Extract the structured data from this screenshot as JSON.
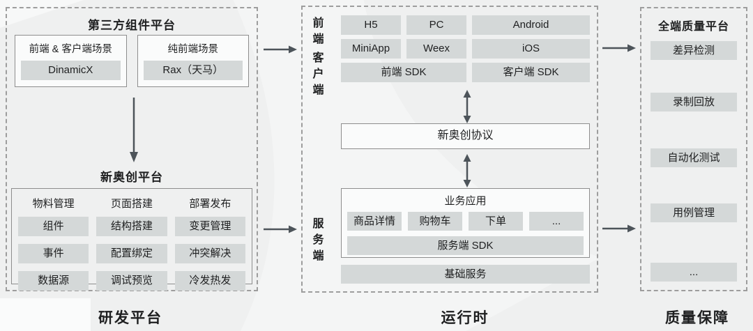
{
  "colors": {
    "background": "#eff0f0",
    "box_fill": "#d4d8d8",
    "light_box_fill": "#fafbfb",
    "dashed_border": "#9d9d9d",
    "solid_border": "#8d8d8d",
    "arrow": "#4d545a",
    "text": "#1e1f20"
  },
  "dev_platform": {
    "footer_label": "研发平台",
    "third_party": {
      "title": "第三方组件平台",
      "groups": [
        {
          "label": "前端 & 客户端场景",
          "item": "DinamicX"
        },
        {
          "label": "纯前端场景",
          "item": "Rax（天马）"
        }
      ]
    },
    "aochuang": {
      "title": "新奥创平台",
      "columns": [
        {
          "header": "物料管理",
          "items": [
            "组件",
            "事件",
            "数据源"
          ]
        },
        {
          "header": "页面搭建",
          "items": [
            "结构搭建",
            "配置绑定",
            "调试预览"
          ]
        },
        {
          "header": "部署发布",
          "items": [
            "变更管理",
            "冲突解决",
            "冷发热发"
          ]
        }
      ]
    }
  },
  "runtime": {
    "footer_label": "运行时",
    "frontend_label": "前端",
    "client_label": "客户端",
    "server_label": "服务端",
    "client_grid": {
      "row1": [
        "H5",
        "PC",
        "Android"
      ],
      "row2": [
        "MiniApp",
        "Weex",
        "iOS"
      ],
      "sdk_row": [
        "前端 SDK",
        "客户端 SDK"
      ]
    },
    "protocol": "新奥创协议",
    "business": {
      "title": "业务应用",
      "items": [
        "商品详情",
        "购物车",
        "下单",
        "..."
      ],
      "sdk": "服务端 SDK"
    },
    "base_service": "基础服务"
  },
  "quality": {
    "footer_label": "质量保障",
    "title": "全端质量平台",
    "items": [
      "差异检测",
      "录制回放",
      "自动化测试",
      "用例管理",
      "..."
    ]
  }
}
